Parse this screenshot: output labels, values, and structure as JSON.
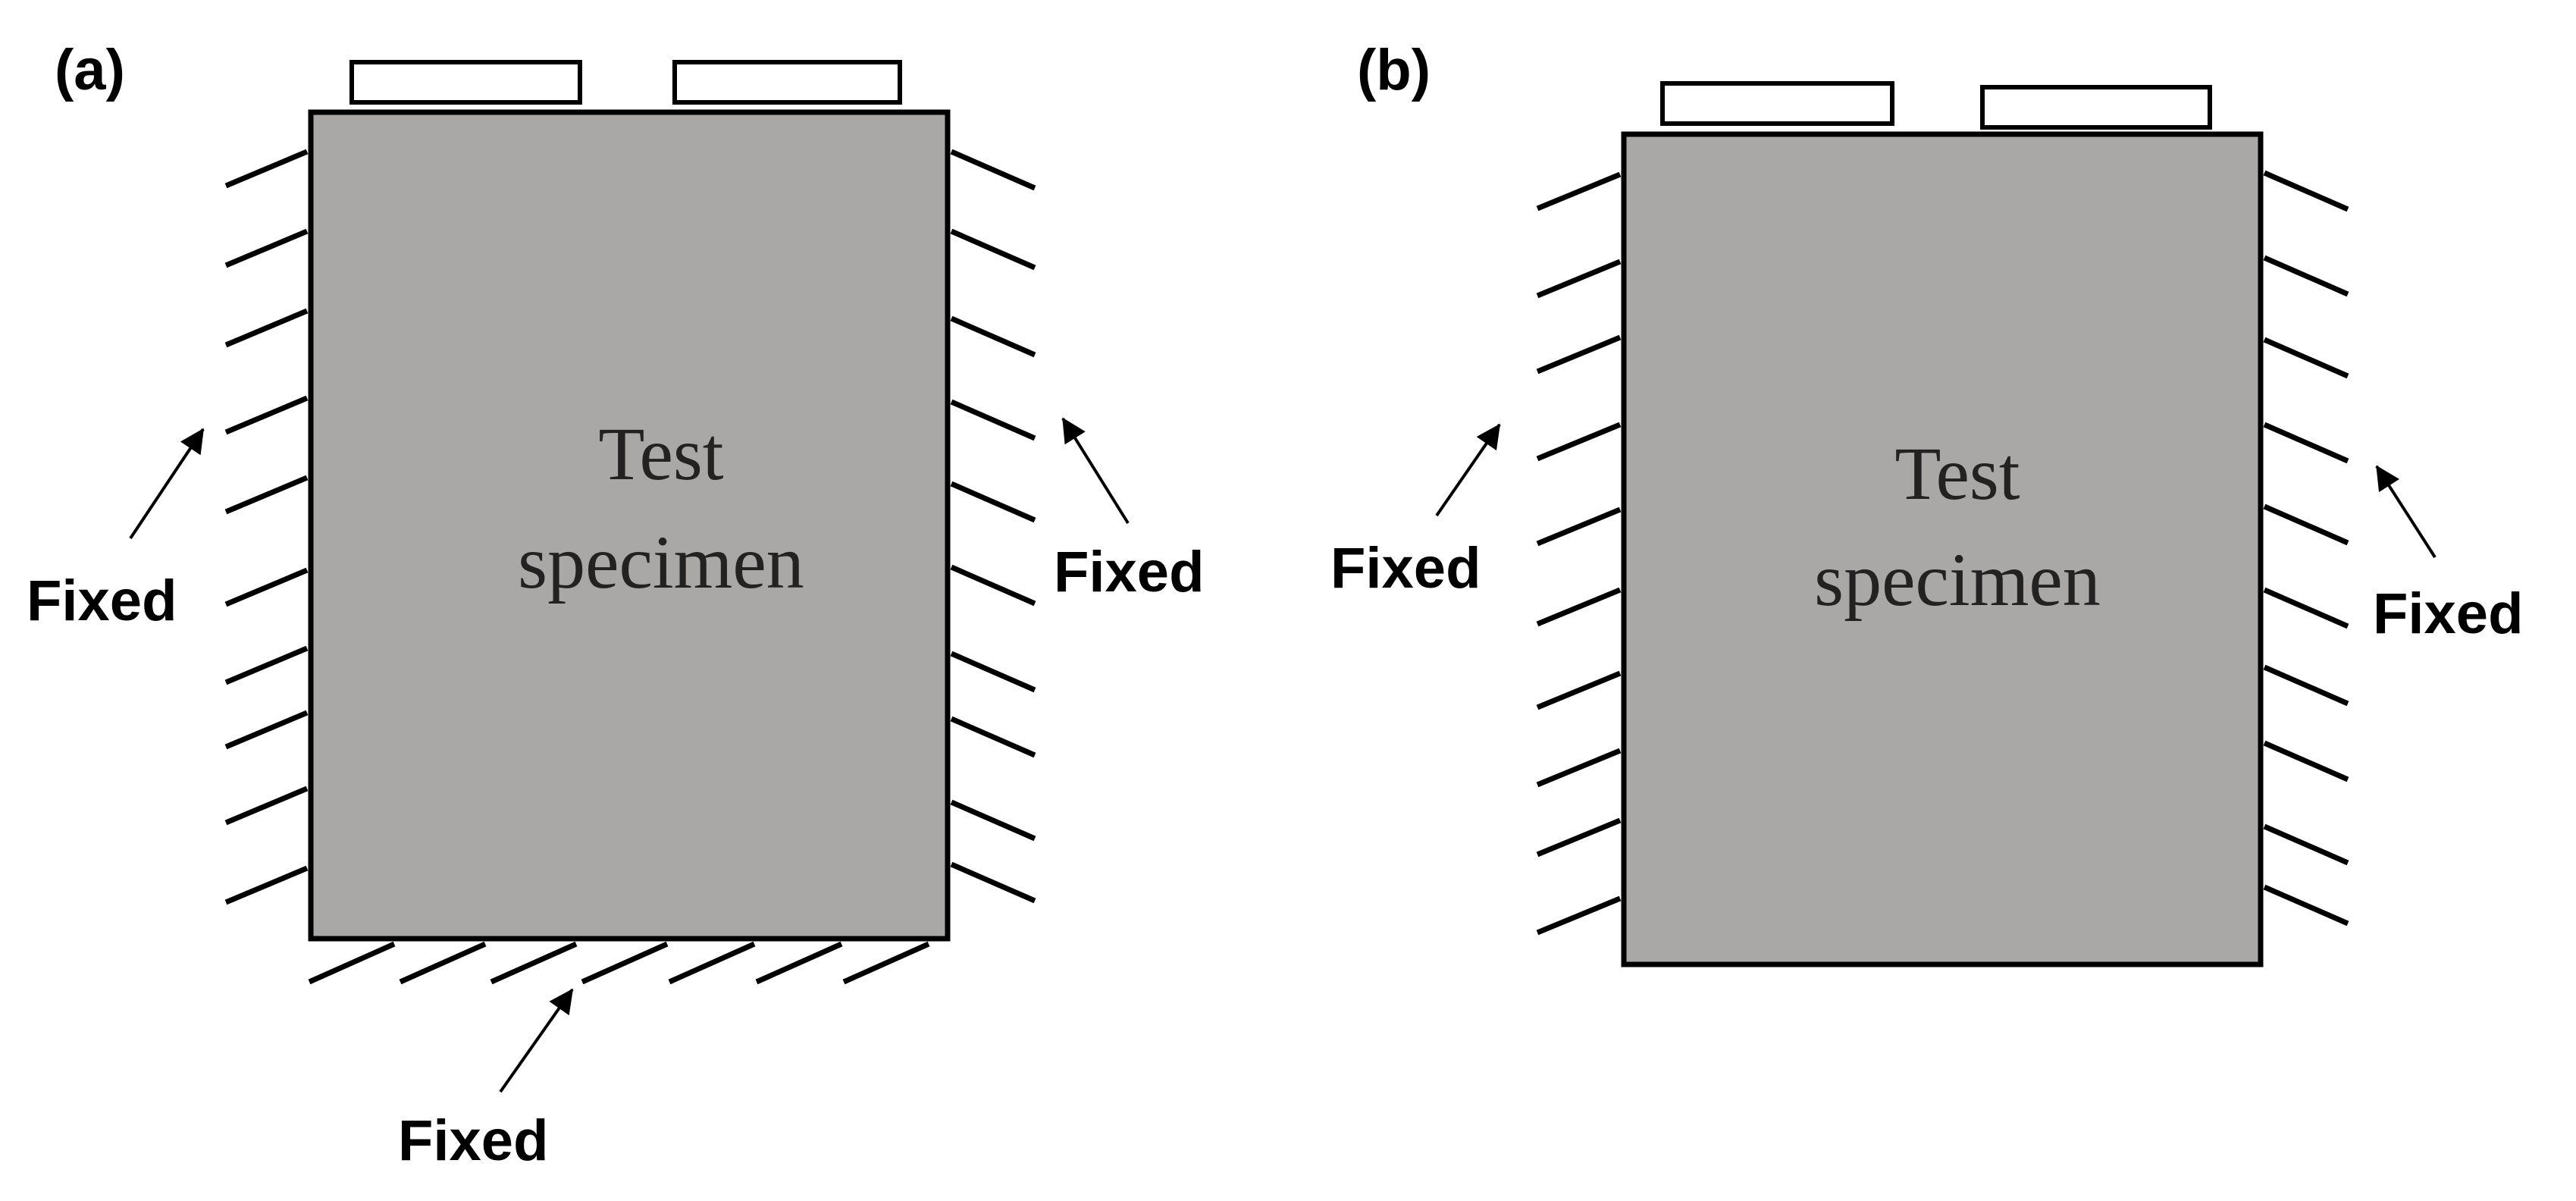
{
  "colors": {
    "specimen_fill": "#aaa7a7",
    "outline": "#000000",
    "platen_fill": "#ffffff"
  },
  "panels": [
    {
      "id": "a",
      "label": "(a)",
      "specimen_text": [
        "Test",
        "specimen"
      ],
      "fixed_labels": [
        "Fixed",
        "Fixed",
        "Fixed"
      ]
    },
    {
      "id": "b",
      "label": "(b)",
      "specimen_text": [
        "Test",
        "specimen"
      ],
      "fixed_labels": [
        "Fixed",
        "Fixed"
      ]
    }
  ]
}
